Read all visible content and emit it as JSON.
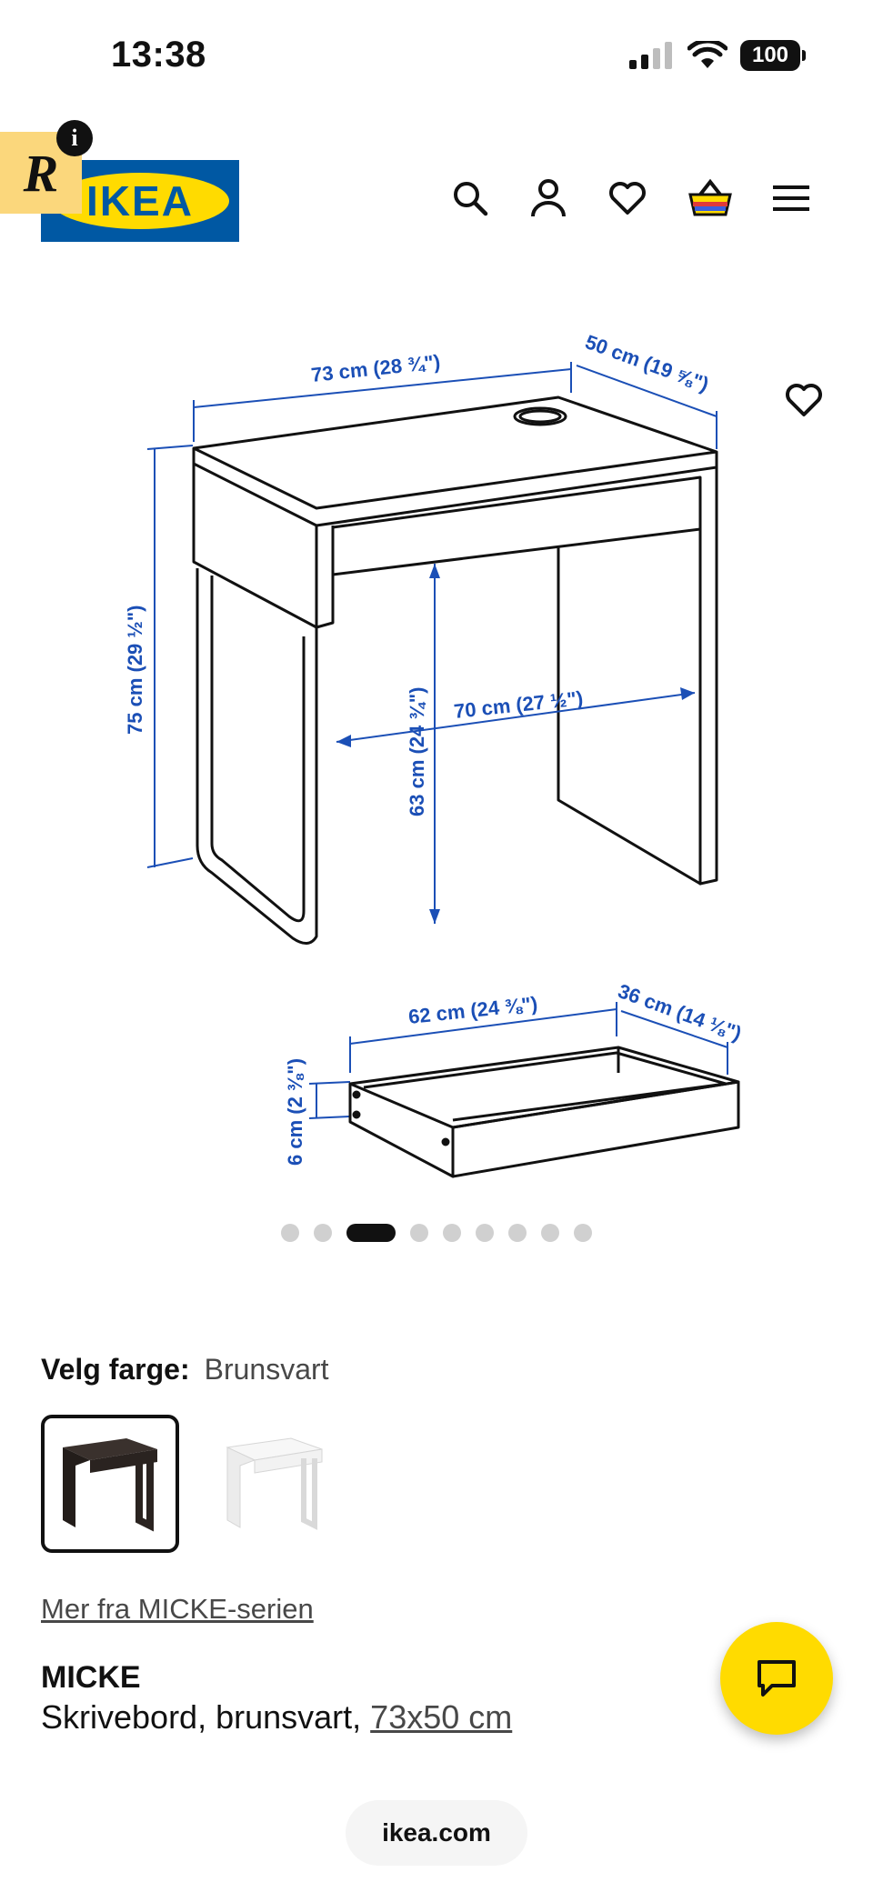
{
  "status_bar": {
    "time": "13:38",
    "battery": "100"
  },
  "header": {
    "logo_text": "IKEA",
    "badge_letter": "R",
    "badge_info": "i",
    "icons": [
      "search-icon",
      "user-icon",
      "heart-icon",
      "basket-icon",
      "menu-icon"
    ]
  },
  "image": {
    "desk_width": "73 cm (28 ¾\")",
    "desk_depth": "50 cm (19 ⅝\")",
    "desk_height": "75 cm (29 ½\")",
    "leg_clearance_height": "63 cm (24 ¾\")",
    "leg_clearance_width": "70 cm (27 ½\")",
    "drawer_width": "62 cm (24 ⅜\")",
    "drawer_depth": "36 cm (14 ⅛\")",
    "drawer_height": "6 cm (2 ⅜\")"
  },
  "carousel": {
    "total": 9,
    "active_index": 2
  },
  "color": {
    "label": "Velg farge:",
    "value": "Brunsvart",
    "swatches": [
      {
        "name": "brunsvart",
        "color": "#2a2320",
        "selected": true
      },
      {
        "name": "hvit",
        "color": "#f2f2f2",
        "selected": false
      }
    ]
  },
  "series_link": "Mer fra MICKE-serien",
  "product": {
    "name": "MICKE",
    "description": "Skrivebord, brunsvart,",
    "size_link": "73x50 cm"
  },
  "url": "ikea.com",
  "colors": {
    "brand_blue": "#0058a3",
    "brand_yellow": "#ffdb00",
    "dimension_blue": "#1b4fb6"
  }
}
